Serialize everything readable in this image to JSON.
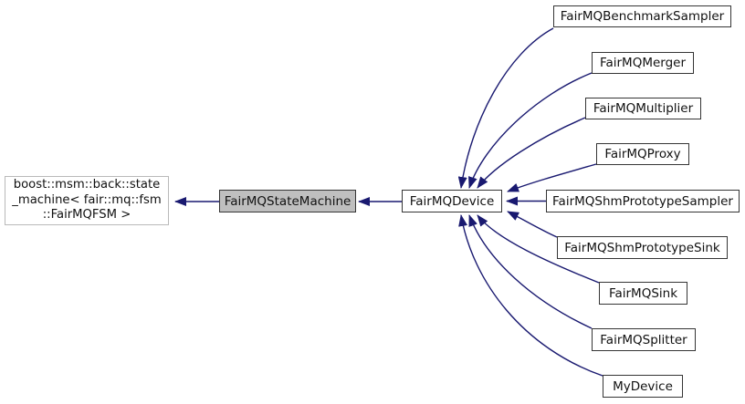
{
  "diagram": {
    "kind": "class-inheritance-graph",
    "edge_color": "#191970",
    "current_node_fill": "#bfbfbf",
    "nodes": {
      "boost": {
        "lines": [
          "boost::msm::back::state",
          "_machine&lt; fair::mq::fsm",
          "::FairMQFSM &gt;"
        ],
        "line1": "boost::msm::back::state",
        "line2": "_machine< fair::mq::fsm",
        "line3": "::FairMQFSM >"
      },
      "statemachine": {
        "label": "FairMQStateMachine"
      },
      "device": {
        "label": "FairMQDevice"
      },
      "derived": [
        {
          "label": "FairMQBenchmarkSampler"
        },
        {
          "label": "FairMQMerger"
        },
        {
          "label": "FairMQMultiplier"
        },
        {
          "label": "FairMQProxy"
        },
        {
          "label": "FairMQShmPrototypeSampler"
        },
        {
          "label": "FairMQShmPrototypeSink"
        },
        {
          "label": "FairMQSink"
        },
        {
          "label": "FairMQSplitter"
        },
        {
          "label": "MyDevice"
        }
      ]
    }
  }
}
